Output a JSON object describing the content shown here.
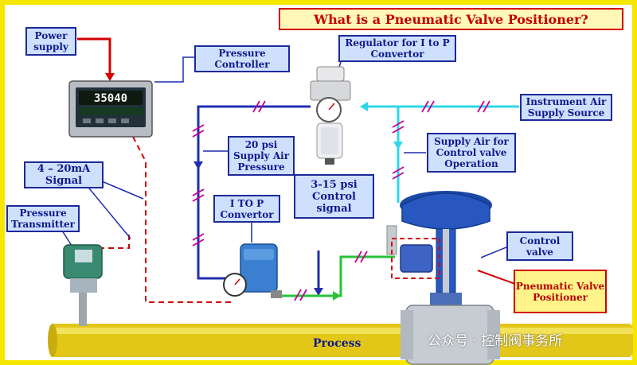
{
  "title": "What is a Pneumatic Valve Positioner?",
  "labels": {
    "power_supply": "Power supply",
    "pressure_controller": "Pressure Controller",
    "regulator": "Regulator for I to P Convertor",
    "instrument_air": "Instrument Air Supply Source",
    "supply_air_control": "Supply Air for Control valve Operation",
    "signal_4_20": "4 – 20mA Signal",
    "psi20": "20 psi Supply Air Pressure",
    "psi3_15": "3-15 psi Control signal",
    "pressure_transmitter": "Pressure Transmitter",
    "i_to_p": "I TO P Convertor",
    "control_valve": "Control valve",
    "pneumatic_positioner": "Pneumatic Valve Positioner",
    "process": "Process"
  },
  "controller_display": "35040",
  "watermark": "公众号 · 控制阀事务所",
  "colors": {
    "frame": "#f7e600",
    "signal_line_blue": "#1f2fb0",
    "air_line_cyan": "#2fd6e6",
    "control_line_green": "#27c23a",
    "power_line_red": "#d30000",
    "label_fill": "#cfe0ff",
    "process_pipe": "#e3c718"
  },
  "icons": [
    "pressure-controller-icon",
    "regulator-icon",
    "i-to-p-convertor-icon",
    "pressure-transmitter-icon",
    "control-valve-icon",
    "positioner-icon"
  ]
}
